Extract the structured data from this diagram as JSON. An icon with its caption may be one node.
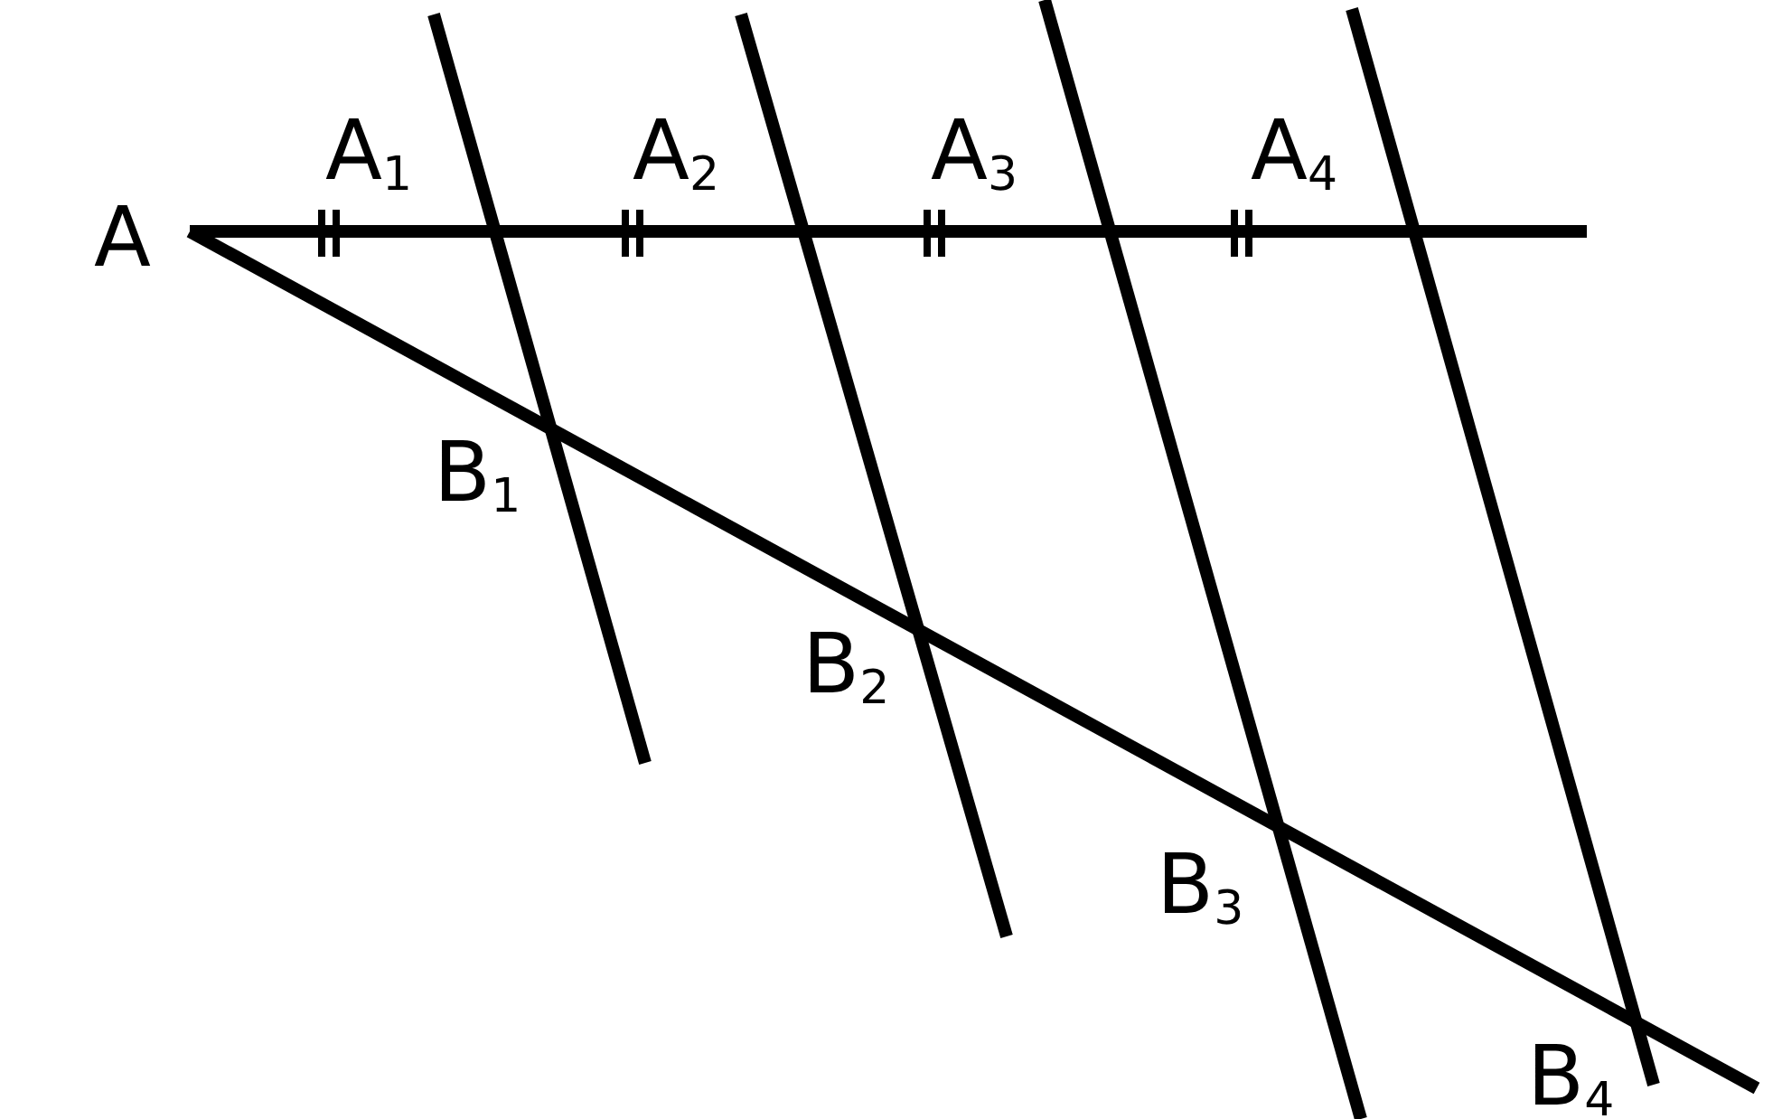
{
  "diagram": {
    "labels": [
      "A",
      "A$_{1}$",
      "A$_{2}$",
      "A$_{3}$",
      "A$_{4}$",
      "B$_{1}$",
      "B$_{2}$",
      "B$_{3}$",
      "B$_{4}$"
    ]
  }
}
